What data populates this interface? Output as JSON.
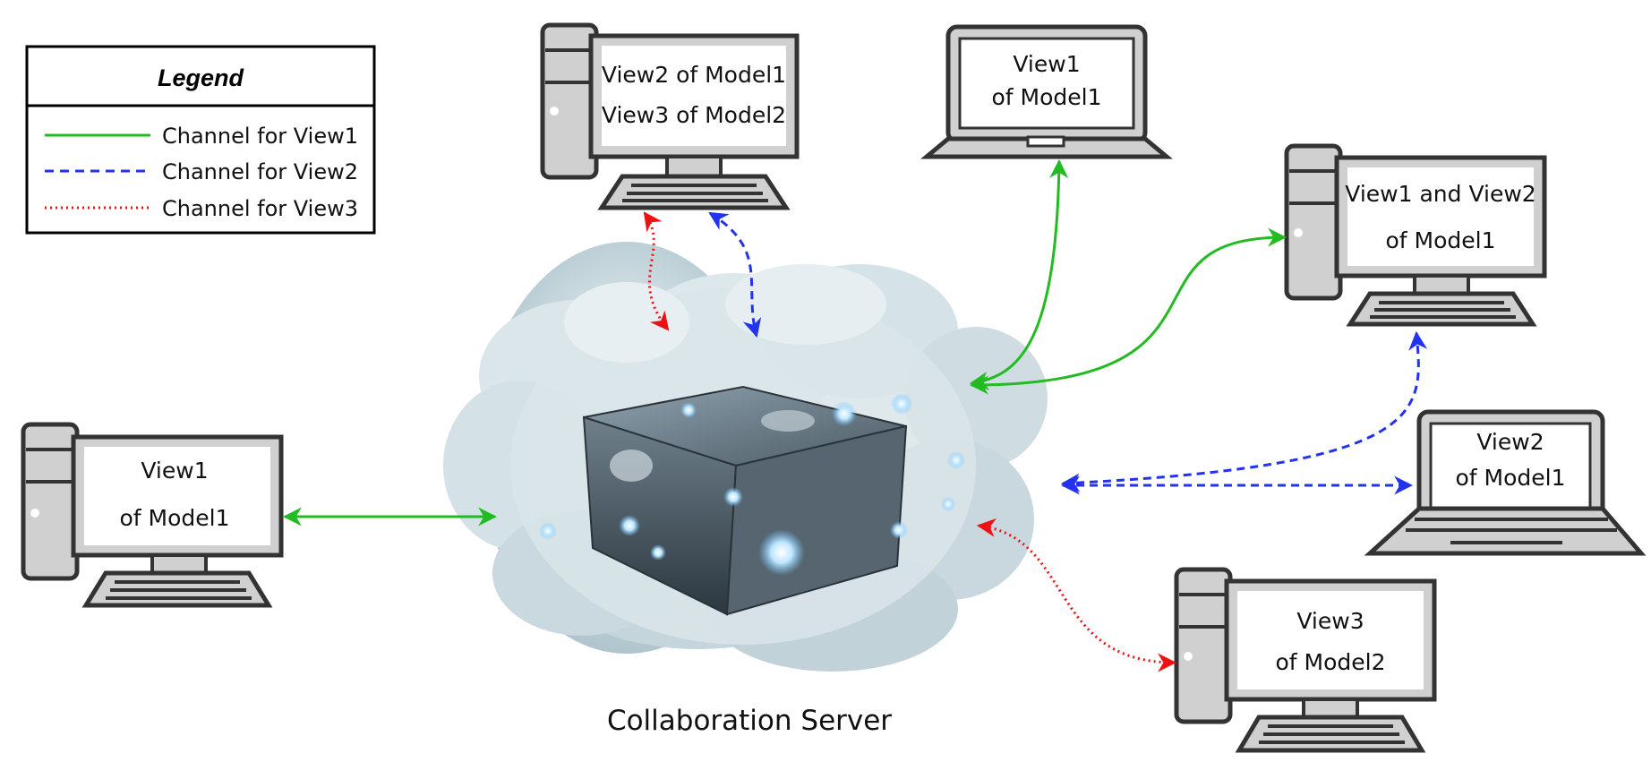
{
  "legend": {
    "title": "Legend",
    "items": [
      {
        "label": "Channel for View1",
        "color": "#22bb22",
        "style": "solid"
      },
      {
        "label": "Channel for View2",
        "color": "#2233ee",
        "style": "dashed"
      },
      {
        "label": "Channel for View3",
        "color": "#ee1111",
        "style": "dotted"
      }
    ]
  },
  "server": {
    "label": "Collaboration Server"
  },
  "clients": [
    {
      "id": "top-desktop",
      "device": "desktop",
      "lines": [
        "View2 of Model1",
        "View3 of Model2"
      ]
    },
    {
      "id": "top-laptop",
      "device": "laptop",
      "lines": [
        "View1",
        "of Model1"
      ]
    },
    {
      "id": "right-desktop",
      "device": "desktop",
      "lines": [
        "View1 and View2",
        "of Model1"
      ]
    },
    {
      "id": "right-laptop",
      "device": "laptop",
      "lines": [
        "View2",
        "of Model1"
      ]
    },
    {
      "id": "bottom-desktop",
      "device": "desktop",
      "lines": [
        "View3",
        "of Model2"
      ]
    },
    {
      "id": "left-desktop",
      "device": "desktop",
      "lines": [
        "View1",
        "of Model1"
      ]
    }
  ]
}
